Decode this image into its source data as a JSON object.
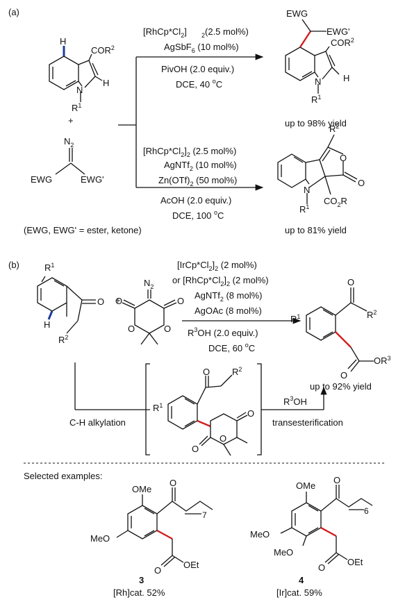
{
  "panel_a": {
    "label": "(a)",
    "substrate": {
      "cor2": "COR",
      "cor2_sup": "2",
      "h_top": "H",
      "h_c2": "H",
      "n": "N",
      "r1": "R",
      "r1_sup": "1",
      "plus": "+"
    },
    "diazo": {
      "n2": "N",
      "n2_sub": "2",
      "ewg": "EWG",
      "ewg_prime": "EWG'"
    },
    "top": {
      "cond": [
        "[RhCp*Cl",
        "] ",
        "(2.5 mol%)",
        "AgSbF",
        "6",
        " (10 mol%)",
        "PivOH (2.0 equiv.)",
        "DCE, 40 ",
        "o",
        "C"
      ],
      "product": {
        "ewg": "EWG",
        "ewg_prime": "EWG'",
        "cor2": "COR",
        "cor2_sup": "2",
        "n": "N",
        "h": "H",
        "r1": "R",
        "r1_sup": "1"
      },
      "yield": "up to 98% yield"
    },
    "bottom": {
      "cond": [
        "[RhCp*Cl",
        "2",
        "]",
        "2",
        " (2.5 mol%)",
        "AgNTf",
        "2",
        " (10 mol%)",
        "Zn(OTf)",
        "2",
        " (50 mol%)",
        "AcOH (2.0 equiv.)",
        "DCE, 100 ",
        "o",
        "C"
      ],
      "product": {
        "r2": "R",
        "r2_sup": "2",
        "o_ring": "O",
        "o_keto": "O",
        "n": "N",
        "r1": "R",
        "r1_sup": "1",
        "co2r": "CO",
        "co2r_sub": "2",
        "co2r_r": "R"
      },
      "yield": "up to 81% yield"
    },
    "note": "(EWG, EWG' = ester, ketone)"
  },
  "panel_b": {
    "label": "(b)",
    "ketone": {
      "r1": "R",
      "r1_sup": "1",
      "h": "H",
      "o": "O",
      "r2": "R",
      "r2_sup": "2"
    },
    "plus": "+",
    "meldrum": {
      "n2": "N",
      "n2_sub": "2",
      "o": "O"
    },
    "cond": [
      "[IrCp*Cl",
      "2",
      "]",
      "2",
      " (2 mol%)",
      "or [RhCp*Cl",
      "2",
      "]",
      "2",
      " (2 mol%)",
      "AgNTf",
      "2",
      " (8 mol%)",
      "AgOAc (8 mol%)",
      "R",
      "3",
      "OH (2.0 equiv.)",
      "DCE, 60 ",
      "o",
      "C"
    ],
    "product": {
      "r1": "R",
      "r1_sup": "1",
      "o": "O",
      "r2": "R",
      "r2_sup": "2",
      "or3": "OR",
      "or3_sup": "3"
    },
    "yield": "up to 92% yield",
    "intermediate": {
      "r1": "R",
      "r1_sup": "1",
      "o": "O",
      "r2": "R",
      "r2_sup": "2"
    },
    "ch_alkylation": "C-H alkylation",
    "r3oh": "R",
    "r3oh_sup": "3",
    "r3oh_rest": "OH",
    "transesterification": "transesterification"
  },
  "examples": {
    "title": "Selected examples:",
    "ex3": {
      "ome": "OMe",
      "meo": "MeO",
      "o": "O",
      "oet": "OEt",
      "n7": "7",
      "number": "3",
      "yield": "[Rh]cat. 52%"
    },
    "ex4": {
      "ome": "OMe",
      "meo1": "MeO",
      "meo2": "MeO",
      "o": "O",
      "oet": "OEt",
      "n6": "6",
      "number": "4",
      "yield": "[Ir]cat. 59%"
    }
  }
}
